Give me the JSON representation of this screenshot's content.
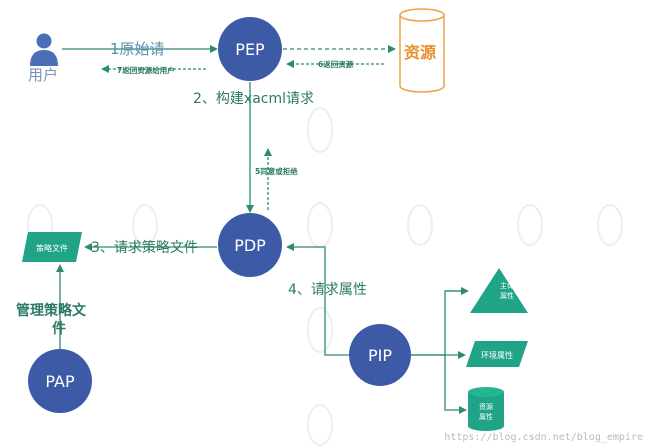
{
  "nodes": {
    "pep": "PEP",
    "pdp": "PDP",
    "pap": "PAP",
    "pip": "PIP",
    "user": "用户",
    "resource": "资源",
    "policy_file": "策略文件",
    "subject_attr": [
      "主体",
      "属性"
    ],
    "env_attr": "环境属性",
    "resource_attr": [
      "资源",
      "属性"
    ]
  },
  "edges": {
    "original_request": "1原始请",
    "return_to_user": "7返回资源给用户",
    "build_xacml": "2、构建xacml请求",
    "return_resource": "6返回资源",
    "permit_deny": "5同意或拒绝",
    "request_policy": "3、请求策略文件",
    "request_attr": "4、请求属性",
    "manage_policy": [
      "管理策略文",
      "件"
    ]
  },
  "watermark": "https://blog.csdn.net/blog_empire",
  "colors": {
    "node_blue": "#3d5aa6",
    "edge_green": "#2e8b6d",
    "teal": "#20a386",
    "user_blue": "#4a6fb5",
    "resource_orange": "#f0a040",
    "text_green": "#2b7a66"
  }
}
